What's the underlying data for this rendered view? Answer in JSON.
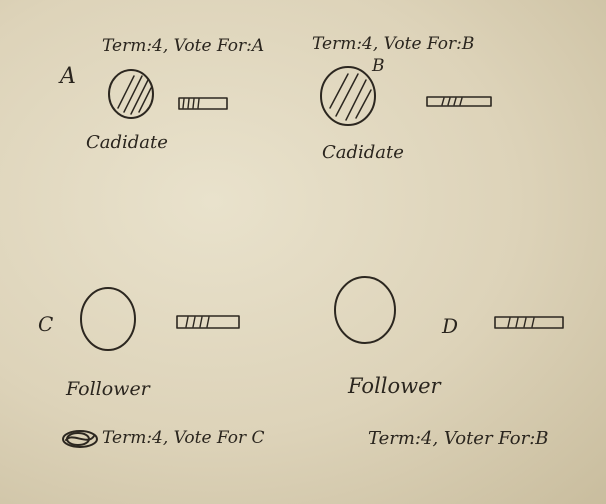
{
  "nodes": [
    {
      "letter": "A",
      "term_note": "Term:4, Vote For:A",
      "role": "Cadidate",
      "shaded": true,
      "log_fill": 0.4
    },
    {
      "letter": "B",
      "term_note": "Term:4, Vote For:B",
      "role": "Cadidate",
      "shaded": true,
      "log_fill": 0.4
    },
    {
      "letter": "C",
      "term_note": "Term:4, Vote For C",
      "role": "Follower",
      "shaded": false,
      "log_fill": 0.4
    },
    {
      "letter": "D",
      "term_note": "Term:4, Voter For:B",
      "role": "Follower",
      "shaded": false,
      "log_fill": 0.4
    }
  ],
  "colors": {
    "ink": "#2c2720",
    "paper": "#e6dec7"
  }
}
